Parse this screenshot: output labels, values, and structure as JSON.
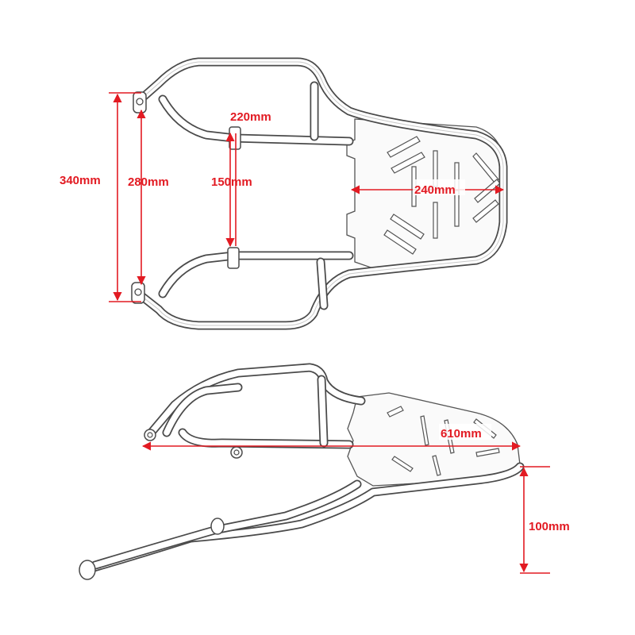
{
  "colors": {
    "dimension": "#e21a22",
    "outline": "#4a4a4a",
    "background": "#ffffff"
  },
  "top_view": {
    "dimensions": {
      "overall_length": "340mm",
      "mount_spacing": "280mm",
      "bracket_top": "220mm",
      "bracket_spacing": "150mm",
      "plate_width": "240mm"
    }
  },
  "side_view": {
    "dimensions": {
      "overall_length": "610mm",
      "height": "100mm"
    }
  }
}
